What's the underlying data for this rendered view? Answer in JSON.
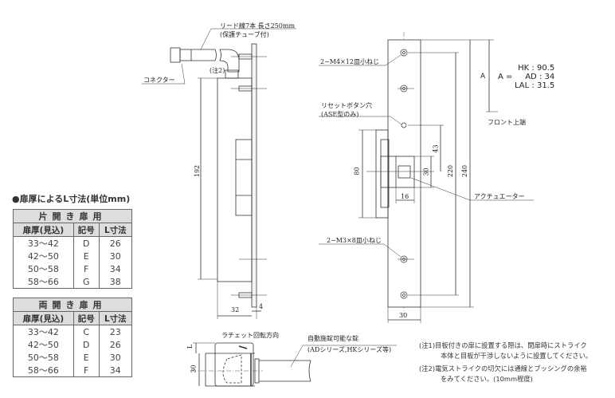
{
  "side_view": {
    "lead_wire": "リード線7本 長さ250mm",
    "tube": "(保護チューブ付)",
    "connector": "コネクター",
    "note2_ref": "(注2)",
    "dim_height": "192",
    "dim_depth": "32",
    "dim_plate": "4"
  },
  "front_view": {
    "screw_top": "2−M4×12皿小ねじ",
    "reset_hole": "リセットボタン穴",
    "reset_hole_note": "(ASE型のみ)",
    "screw_bottom": "2−M3×8皿小ねじ",
    "actuator": "アクチュエーター",
    "front_top": "フロント上端",
    "dim_A": "A",
    "a_eq": "A =",
    "a_values": [
      {
        "k": "HK",
        "v": ": 90.5"
      },
      {
        "k": "AD",
        "v": ": 34"
      },
      {
        "k": "LAL",
        "v": ": 31.5"
      }
    ],
    "dim_80": "80",
    "dim_43": "43",
    "dim_30v": "30",
    "dim_16": "16",
    "dim_220": "220",
    "dim_240": "240",
    "dim_30w": "30"
  },
  "bottom_view": {
    "ratchet": "ラチェット回転方向",
    "lock": "自動施錠可能な錠",
    "lock_series": "(ADシリーズ,HKシリーズ等)",
    "dim_L": "L",
    "dim_30": "30"
  },
  "tables": {
    "title": "●扉厚によるL寸法(単位mm)",
    "columns": [
      "扉厚(見込)",
      "記号",
      "L寸法"
    ],
    "single": {
      "caption": "片開き扉用",
      "rows": [
        [
          "33〜42",
          "D",
          "26"
        ],
        [
          "42〜50",
          "E",
          "30"
        ],
        [
          "50〜58",
          "F",
          "34"
        ],
        [
          "58〜66",
          "G",
          "38"
        ]
      ]
    },
    "double": {
      "caption": "両開き扉用",
      "rows": [
        [
          "33〜42",
          "C",
          "23"
        ],
        [
          "42〜50",
          "D",
          "26"
        ],
        [
          "50〜58",
          "E",
          "30"
        ],
        [
          "58〜66",
          "F",
          "34"
        ]
      ]
    }
  },
  "notes": [
    {
      "tag": "(注1)",
      "line1": "目板付きの扉に設置する際は、閉扉時にストライク",
      "line2": "本体と目板が干渉しないように設置してください。"
    },
    {
      "tag": "(注2)",
      "line1": "電気ストライクの切欠には通線とブッシングの余裕",
      "line2": "をみてください。(10mm程度)"
    }
  ]
}
